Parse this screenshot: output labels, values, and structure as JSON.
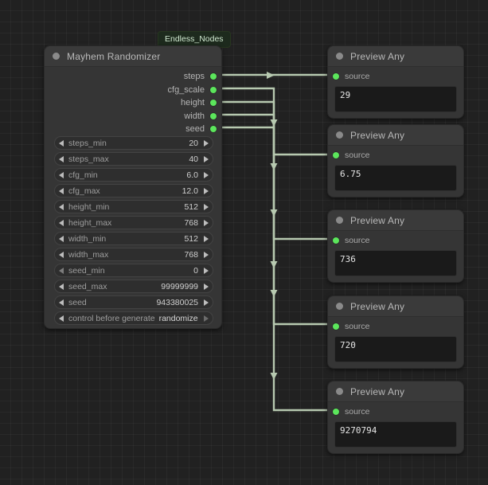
{
  "canvas": {
    "grid_color": "#2b2b2b",
    "background": "#212121",
    "link_color": "#b7c9b0"
  },
  "group": {
    "badge_label": "Endless_Nodes"
  },
  "randomizer_node": {
    "title": "Mayhem Randomizer",
    "collapse_icon": "circle-icon",
    "outputs": [
      {
        "label": "steps"
      },
      {
        "label": "cfg_scale"
      },
      {
        "label": "height"
      },
      {
        "label": "width"
      },
      {
        "label": "seed"
      }
    ],
    "widgets": [
      {
        "name": "steps_min",
        "value": "20",
        "type": "number"
      },
      {
        "name": "steps_max",
        "value": "40",
        "type": "number"
      },
      {
        "name": "cfg_min",
        "value": "6.0",
        "type": "number"
      },
      {
        "name": "cfg_max",
        "value": "12.0",
        "type": "number"
      },
      {
        "name": "height_min",
        "value": "512",
        "type": "number"
      },
      {
        "name": "height_max",
        "value": "768",
        "type": "number"
      },
      {
        "name": "width_min",
        "value": "512",
        "type": "number"
      },
      {
        "name": "width_max",
        "value": "768",
        "type": "number"
      },
      {
        "name": "seed_min",
        "value": "0",
        "type": "number"
      },
      {
        "name": "seed_max",
        "value": "99999999",
        "type": "number"
      },
      {
        "name": "seed",
        "value": "943380025",
        "type": "number"
      },
      {
        "name": "control before generate",
        "value": "randomize",
        "type": "combo"
      }
    ]
  },
  "preview_nodes": [
    {
      "title": "Preview Any",
      "input_label": "source",
      "value": "29"
    },
    {
      "title": "Preview Any",
      "input_label": "source",
      "value": "6.75"
    },
    {
      "title": "Preview Any",
      "input_label": "source",
      "value": "736"
    },
    {
      "title": "Preview Any",
      "input_label": "source",
      "value": "720"
    },
    {
      "title": "Preview Any",
      "input_label": "source",
      "value": "9270794"
    }
  ]
}
